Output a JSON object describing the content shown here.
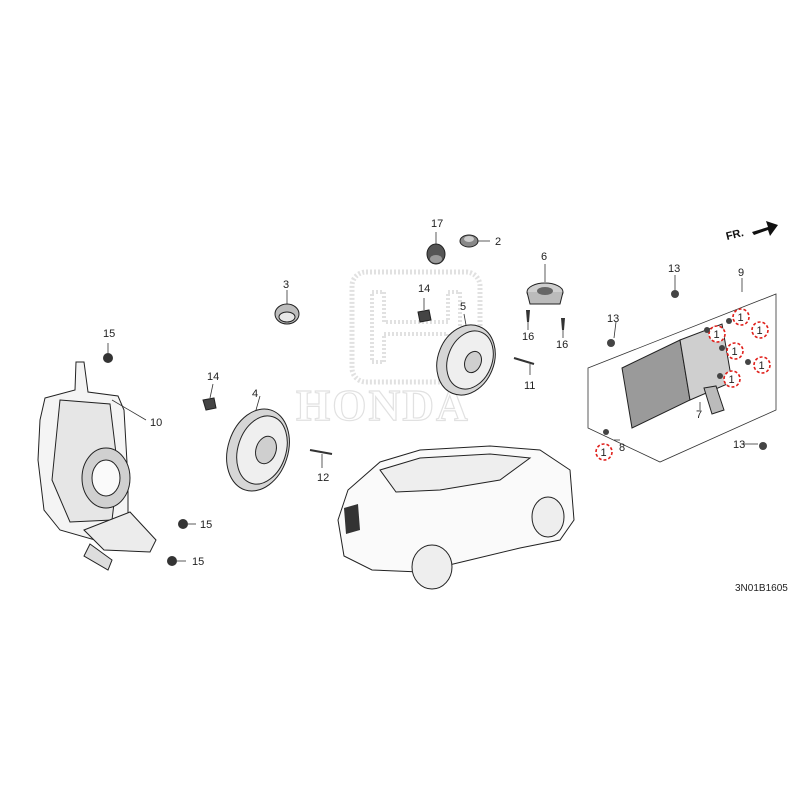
{
  "diagram": {
    "code": "3N01B1605",
    "direction_label": "FR.",
    "watermark": "HONDA",
    "colors": {
      "marker_ring": "#e0201b",
      "watermark": "#c9c9c9",
      "line": "#333333"
    },
    "callouts": {
      "c2": "2",
      "c3": "3",
      "c4": "4",
      "c5": "5",
      "c6": "6",
      "c7": "7",
      "c8": "8",
      "c9": "9",
      "c10": "10",
      "c11": "11",
      "c12": "12",
      "c13a": "13",
      "c13b": "13",
      "c13c": "13",
      "c14a": "14",
      "c14b": "14",
      "c15a": "15",
      "c15b": "15",
      "c15c": "15",
      "c16a": "16",
      "c16b": "16",
      "c17": "17"
    },
    "markers": [
      "1",
      "1",
      "1",
      "1",
      "1",
      "1",
      "1"
    ]
  }
}
